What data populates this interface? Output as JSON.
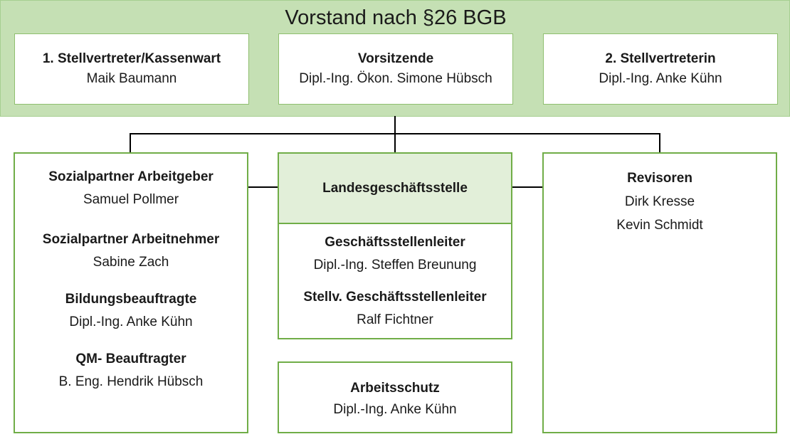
{
  "vorstand": {
    "title": "Vorstand nach §26 BGB",
    "members": [
      {
        "role": "1. Stellvertreter/Kassenwart",
        "name": "Maik Baumann"
      },
      {
        "role": "Vorsitzende",
        "name": "Dipl.-Ing. Ökon. Simone Hübsch"
      },
      {
        "role": "2. Stellvertreterin",
        "name": "Dipl.-Ing. Anke Kühn"
      }
    ]
  },
  "left": {
    "items": [
      {
        "role": "Sozialpartner Arbeitgeber",
        "name": "Samuel Pollmer"
      },
      {
        "role": "Sozialpartner Arbeitnehmer",
        "name": "Sabine Zach"
      },
      {
        "role": "Bildungsbeauftragte",
        "name": "Dipl.-Ing. Anke Kühn"
      },
      {
        "role": "QM- Beauftragter",
        "name": "B. Eng. Hendrik Hübsch"
      }
    ]
  },
  "landesgeschaeftsstelle": {
    "title": "Landesgeschäftsstelle",
    "items": [
      {
        "role": "Geschäftsstellenleiter",
        "name": "Dipl.-Ing. Steffen Breunung"
      },
      {
        "role": "Stellv. Geschäftsstellenleiter",
        "name": "Ralf Fichtner"
      }
    ]
  },
  "arbeitsschutz": {
    "role": "Arbeitsschutz",
    "name": "Dipl.-Ing. Anke Kühn"
  },
  "revisoren": {
    "title": "Revisoren",
    "names": [
      "Dirk Kresse",
      "Kevin Schmidt"
    ]
  }
}
